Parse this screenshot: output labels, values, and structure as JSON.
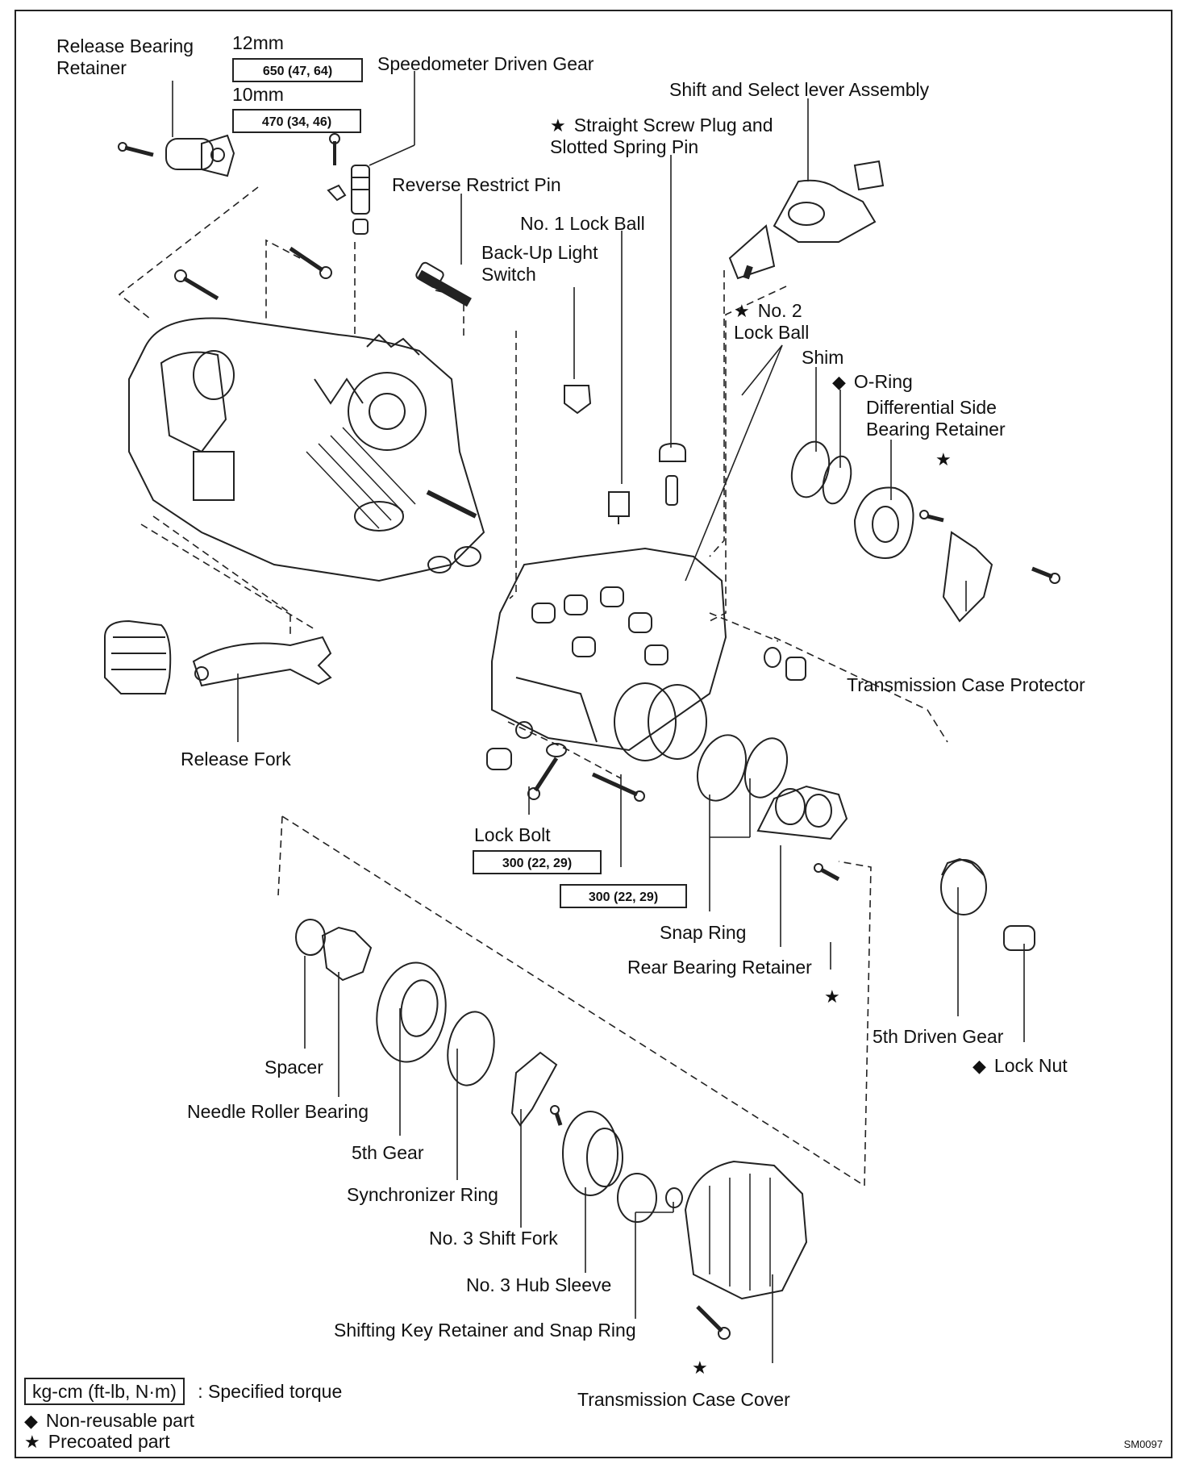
{
  "labels": {
    "release_bearing_retainer": "Release Bearing\nRetainer",
    "mm12": "12mm",
    "mm10": "10mm",
    "speedometer_driven_gear": "Speedometer Driven Gear",
    "shift_select_lever": "Shift and Select lever Assembly",
    "straight_screw_plug": "Straight Screw Plug and\nSlotted Spring Pin",
    "reverse_restrict_pin": "Reverse Restrict Pin",
    "no1_lock_ball": "No. 1 Lock Ball",
    "backup_light_switch": "Back-Up Light\nSwitch",
    "no2_lock_ball": "No. 2\nLock Ball",
    "shim": "Shim",
    "o_ring": "O-Ring",
    "differential_side_bearing_retainer": "Differential Side\nBearing Retainer",
    "transmission_case_protector": "Transmission Case Protector",
    "release_fork": "Release Fork",
    "lock_bolt": "Lock Bolt",
    "snap_ring": "Snap Ring",
    "rear_bearing_retainer": "Rear Bearing Retainer",
    "fifth_driven_gear": "5th Driven Gear",
    "lock_nut": "Lock Nut",
    "spacer": "Spacer",
    "needle_roller_bearing": "Needle Roller Bearing",
    "fifth_gear": "5th Gear",
    "synchronizer_ring": "Synchronizer Ring",
    "no3_shift_fork": "No. 3 Shift Fork",
    "no3_hub_sleeve": "No. 3 Hub Sleeve",
    "shifting_key_retainer": "Shifting Key Retainer and Snap Ring",
    "transmission_case_cover": "Transmission Case Cover"
  },
  "torques": {
    "t650": "650 (47, 64)",
    "t470": "470 (34, 46)",
    "t300a": "300 (22, 29)",
    "t300b": "300 (22, 29)"
  },
  "markers": {
    "star": "★",
    "diamond": "◆"
  },
  "legend": {
    "torque_unit": "kg-cm (ft-lb, N·m)",
    "torque_desc": ": Specified torque",
    "nonreusable": "Non-reusable part",
    "precoated": "Precoated part"
  },
  "figure_code": "SM0097"
}
